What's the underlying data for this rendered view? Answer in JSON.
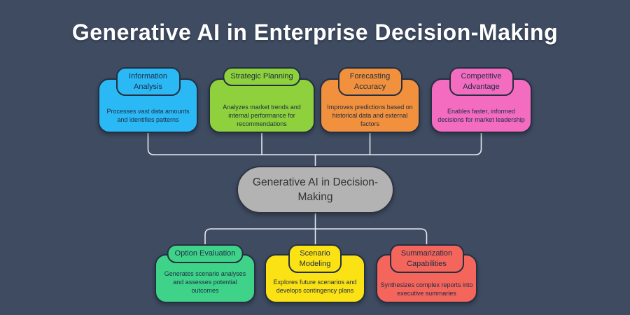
{
  "page": {
    "title": "Generative AI in Enterprise Decision-Making"
  },
  "center": {
    "label": "Generative AI in Decision-Making",
    "color": "#b3b3b3"
  },
  "top_row": [
    {
      "title": "Information Analysis",
      "body": "Processes vast data amounts and identifies patterns",
      "color": "#2bb9f5"
    },
    {
      "title": "Strategic Planning",
      "body": "Analyzes market trends and internal performance for recommendations",
      "color": "#8fd13c"
    },
    {
      "title": "Forecasting Accuracy",
      "body": "Improves predictions based on historical data and external factors",
      "color": "#f2913d"
    },
    {
      "title": "Competitive Advantage",
      "body": "Enables faster, informed decisions for market leadership",
      "color": "#f36cc0"
    }
  ],
  "bottom_row": [
    {
      "title": "Option Evaluation",
      "body": "Generates scenario analyses and assesses potential outcomes",
      "color": "#3fd38a"
    },
    {
      "title": "Scenario Modeling",
      "body": "Explores future scenarios and develops contingency plans",
      "color": "#fbe214"
    },
    {
      "title": "Summarization Capabilities",
      "body": "Synthesizes complex reports into executive summaries",
      "color": "#f4655c"
    }
  ],
  "colors": {
    "background": "#3e4b61",
    "box_border": "#252f42",
    "connector": "#e6e8ef",
    "title_text": "#ffffff",
    "body_text": "#1d2c42",
    "center_fill": "#b3b3b3"
  }
}
